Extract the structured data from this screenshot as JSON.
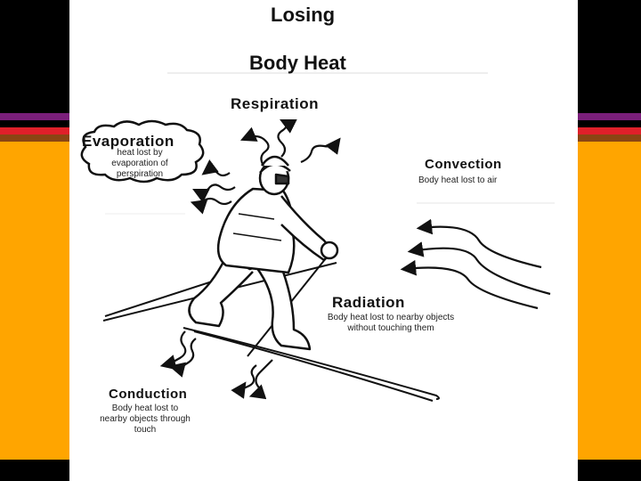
{
  "title_line1": "Losing",
  "title_line2": "Body Heat",
  "respiration": {
    "label": "Respiration"
  },
  "evaporation": {
    "label": "Evaporation",
    "desc": [
      "heat lost by",
      "evaporation of",
      "perspiration"
    ]
  },
  "convection": {
    "label": "Convection",
    "desc": "Body heat lost to air"
  },
  "radiation": {
    "label": "Radiation",
    "desc": [
      "Body heat lost to nearby objects",
      "without touching them"
    ]
  },
  "conduction": {
    "label": "Conduction",
    "desc": [
      "Body heat lost to",
      "nearby objects through",
      "touch"
    ]
  },
  "colors": {
    "orange": "#FFA500",
    "purple": "#7B1F7B",
    "red": "#E0202A",
    "brown": "#8B4513",
    "black": "#000000"
  }
}
